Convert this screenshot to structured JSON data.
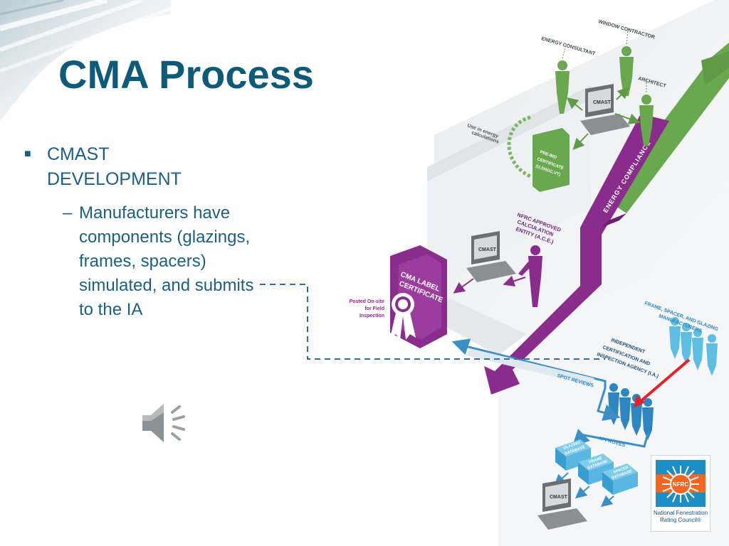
{
  "slide": {
    "title": "CMA Process",
    "bullets": [
      {
        "text": "CMAST DEVELOPMENT",
        "sub": "Manufacturers have components (glazings, frames, spacers) simulated, and submits to the IA"
      }
    ]
  },
  "diagram": {
    "labels": {
      "window_contractor": "WINDOW CONTRACTOR",
      "energy_consultant": "ENERGY CONSULTANT",
      "architect": "ARCHITECT",
      "use_in_energy_1": "Use in energy",
      "use_in_energy_2": "calculations",
      "prebid_1": "PRE-BID",
      "prebid_2": "CERTIFICATE",
      "prebid_3": "(U,SHGC,VT)",
      "energy_compliance": "ENERGY COMPLIANCE",
      "ace_1": "NFRC APPROVED",
      "ace_2": "CALCULATION",
      "ace_3": "ENTITY (A.C.E.)",
      "cma_label_1": "CMA LABEL",
      "cma_label_2": "CERTIFICATE",
      "posted_1": "Posted On-site",
      "posted_2": "for Field",
      "posted_3": "Inspection",
      "manufacturers_1": "FRAME, SPACER, AND GLAZING",
      "manufacturers_2": "MANUFACTURERS",
      "ia_1": "INDEPENDENT",
      "ia_2": "CERTIFICATION AND",
      "ia_3": "INSPECTION AGENCY (I.A.)",
      "spot_reviews": "SPOT REVIEWS",
      "approves": "APPROVES",
      "cmast": "CMAST",
      "glazing_db_1": "GLAZING",
      "glazing_db_2": "DATABASE",
      "frame_db_1": "FRAME",
      "frame_db_2": "DATABASE",
      "spacer_db_1": "SPACER",
      "spacer_db_2": "DATABASE"
    }
  },
  "logo": {
    "abbr": "NFRC",
    "line1": "National Fenestration",
    "line2": "Rating Council®"
  },
  "colors": {
    "title": "#0e5a78",
    "text": "#1b5f87",
    "purple": "#8a2c8c",
    "green": "#6aa84f",
    "blue": "#2e86c1",
    "cyan": "#43b4e0",
    "red": "#e5222a"
  }
}
